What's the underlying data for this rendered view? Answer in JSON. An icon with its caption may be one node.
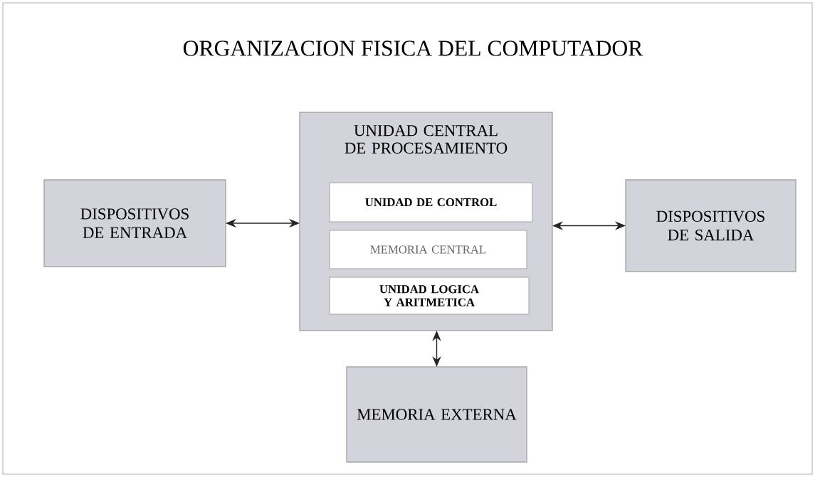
{
  "diagram": {
    "title": "ORGANIZACION FISICA DEL COMPUTADOR",
    "nodes": [
      {
        "text": [
          "DISPOSITIVOS DE ENTRADA"
        ]
      },
      {
        "text": [
          "UNIDAD CENTRAL DE PROCESAMIENTO"
        ]
      },
      {
        "text": [
          "UNIDAD DE CONTROL"
        ],
        "in": 1
      },
      {
        "text": [
          "MEMORIA CENTRAL"
        ],
        "in": 1
      },
      {
        "text": [
          "UNIDAD LOGICA Y ARITMETICA"
        ],
        "in": 1
      },
      {
        "text": [
          "DISPOSITIVOS DE SALIDA"
        ]
      },
      {
        "text": [
          "MEMORIA EXTERNA"
        ]
      }
    ],
    "edges": [
      {
        "from": 0,
        "to": 1,
        "arrow": "both"
      },
      {
        "from": 1,
        "to": 5,
        "arrow": "both"
      },
      {
        "from": 1,
        "to": 6,
        "arrow": "both"
      }
    ]
  }
}
